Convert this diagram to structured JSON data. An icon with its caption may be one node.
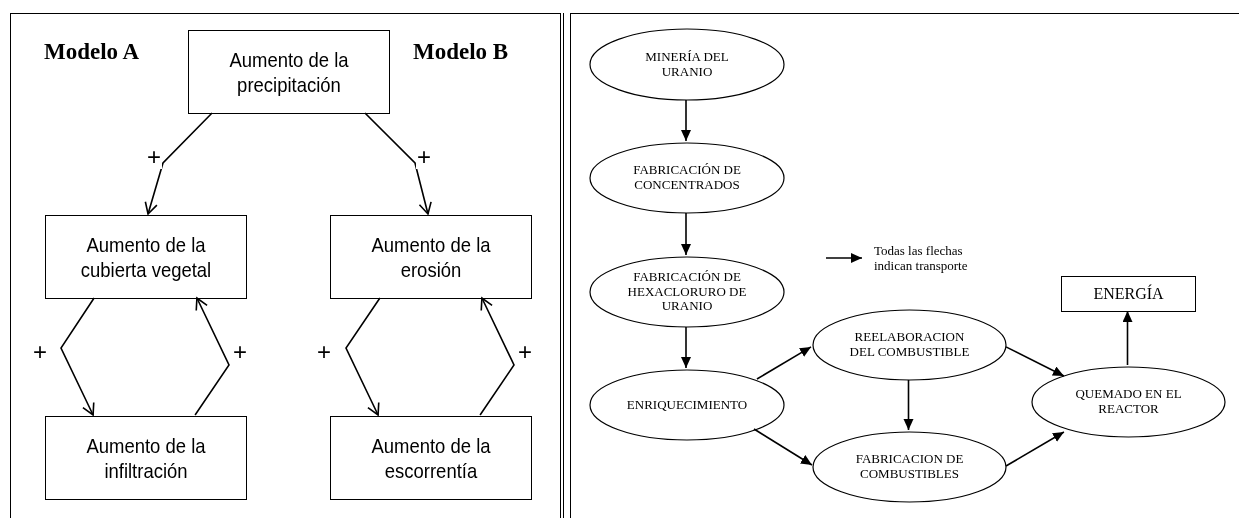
{
  "diagram": {
    "nodes": [
      {
        "text": [],
        "shape": "box"
      },
      {
        "text": [],
        "shape": "box"
      },
      {
        "text": [
          "Aumento de la precipitación"
        ],
        "in": 0
      },
      {
        "text": [
          "Aumento de la cubierta vegetal"
        ],
        "in": 0
      },
      {
        "text": [
          "Aumento de la erosión"
        ],
        "in": 0
      },
      {
        "text": [
          "Aumento de la infiltración"
        ],
        "in": 0
      },
      {
        "text": [
          "Aumento de la escorrentía"
        ],
        "in": 0
      },
      {
        "text": [
          "MINERÍA DEL URANIO"
        ],
        "in": 1
      },
      {
        "text": [
          "FABRICACIÓN DE CONCENTRADOS"
        ],
        "in": 1
      },
      {
        "text": [
          "FABRICACIÓN DE HEXACLORURO DE URANIO"
        ],
        "in": 1
      },
      {
        "text": [
          "ENRIQUECIMIENTO"
        ],
        "in": 1
      },
      {
        "text": [
          "REELABORACION DEL COMBUSTIBLE"
        ],
        "in": 1
      },
      {
        "text": [
          "FABRICACION DE COMBUSTIBLES"
        ],
        "in": 1
      },
      {
        "text": [
          "QUEMADO EN EL REACTOR"
        ],
        "in": 1
      },
      {
        "text": [
          "ENERGÍA"
        ],
        "in": 1
      }
    ],
    "edges": [
      {
        "from": 2,
        "to": 3,
        "arrow": "to",
        "label": "+"
      },
      {
        "from": 2,
        "to": 4,
        "arrow": "to",
        "label": "+"
      },
      {
        "from": 3,
        "to": 5,
        "arrow": "to",
        "label": "+"
      },
      {
        "from": 5,
        "to": 3,
        "arrow": "to",
        "label": "+"
      },
      {
        "from": 4,
        "to": 6,
        "arrow": "to",
        "label": "+"
      },
      {
        "from": 6,
        "to": 4,
        "arrow": "to",
        "label": "+"
      },
      {
        "from": 7,
        "to": 8,
        "arrow": "to"
      },
      {
        "from": 8,
        "to": 9,
        "arrow": "to"
      },
      {
        "from": 9,
        "to": 10,
        "arrow": "to"
      },
      {
        "from": 10,
        "to": 11,
        "arrow": "to"
      },
      {
        "from": 10,
        "to": 12,
        "arrow": "to"
      },
      {
        "from": 11,
        "to": 12,
        "arrow": "to"
      },
      {
        "from": 11,
        "to": 13,
        "arrow": "to"
      },
      {
        "from": 12,
        "to": 13,
        "arrow": "to"
      },
      {
        "from": 13,
        "to": 14,
        "arrow": "to"
      }
    ],
    "labels": [
      "Modelo A",
      "Modelo B"
    ],
    "legend": [
      {
        "text": "Todas las flechas indican transporte"
      }
    ]
  }
}
